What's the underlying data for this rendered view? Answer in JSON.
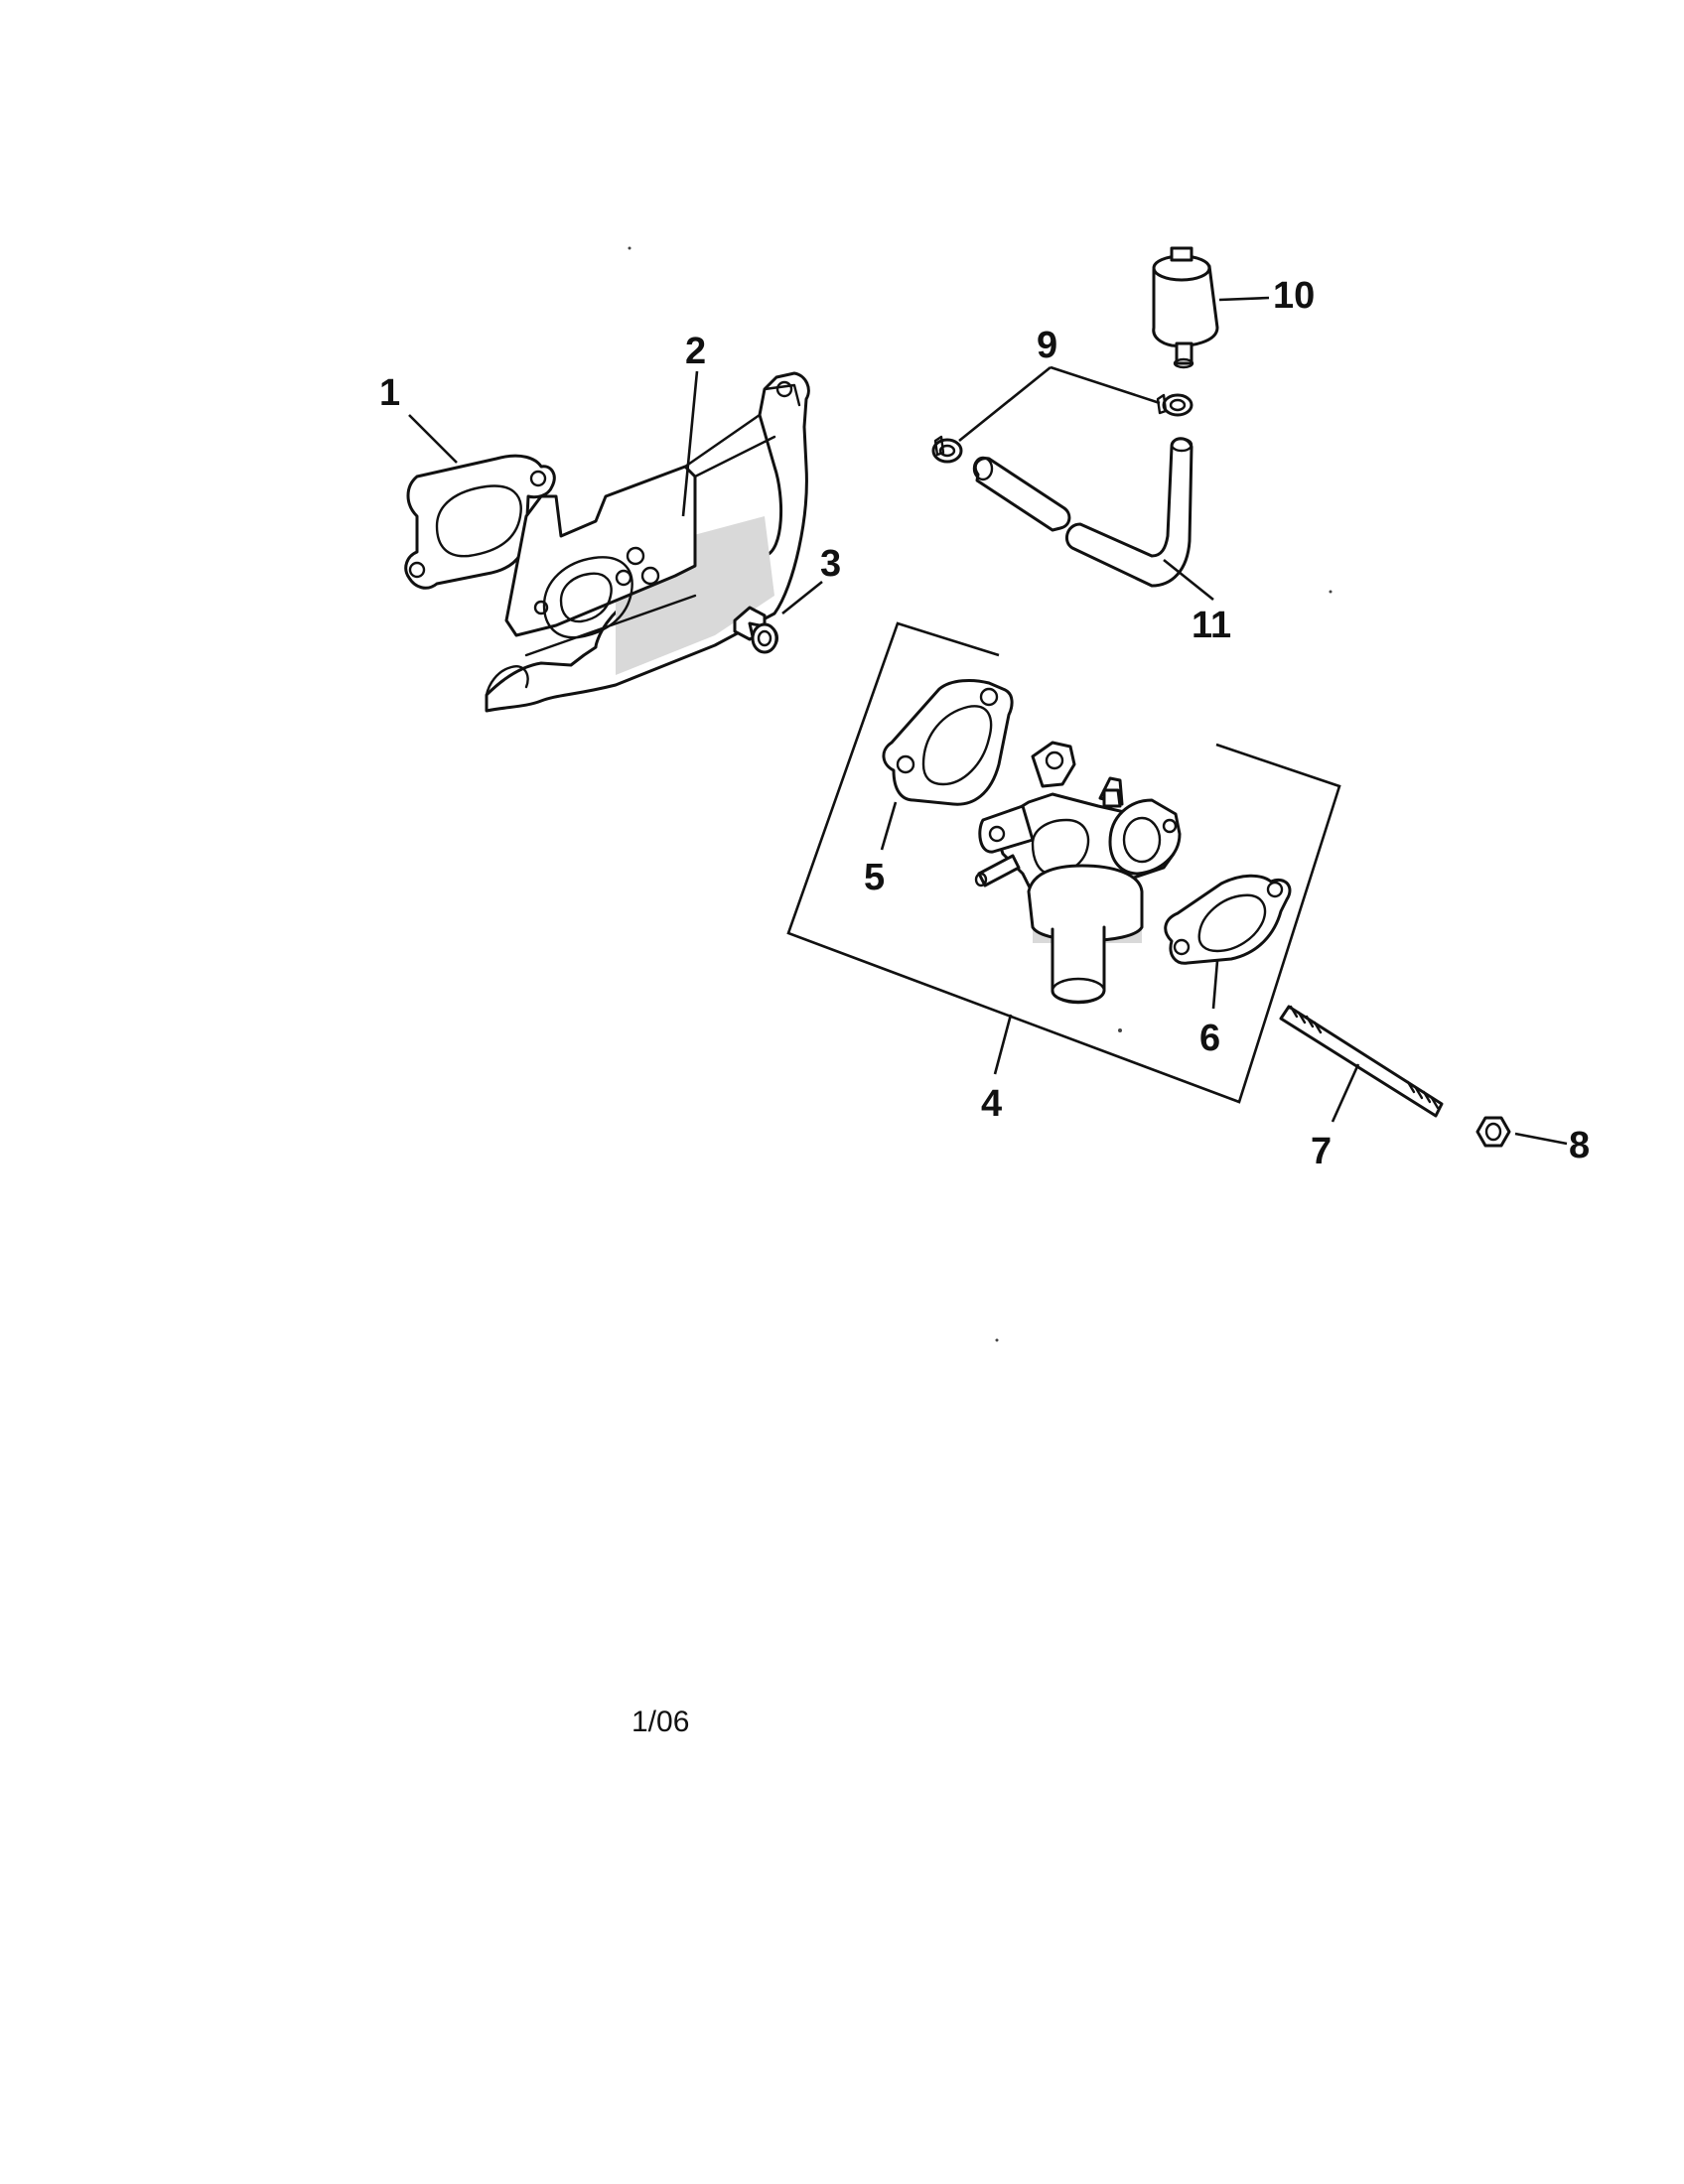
{
  "callouts": {
    "c1": "1",
    "c2": "2",
    "c3": "3",
    "c4": "4",
    "c5": "5",
    "c6": "6",
    "c7": "7",
    "c8": "8",
    "c9": "9",
    "c10": "10",
    "c11": "11"
  },
  "footer": {
    "date_code": "1/06"
  }
}
